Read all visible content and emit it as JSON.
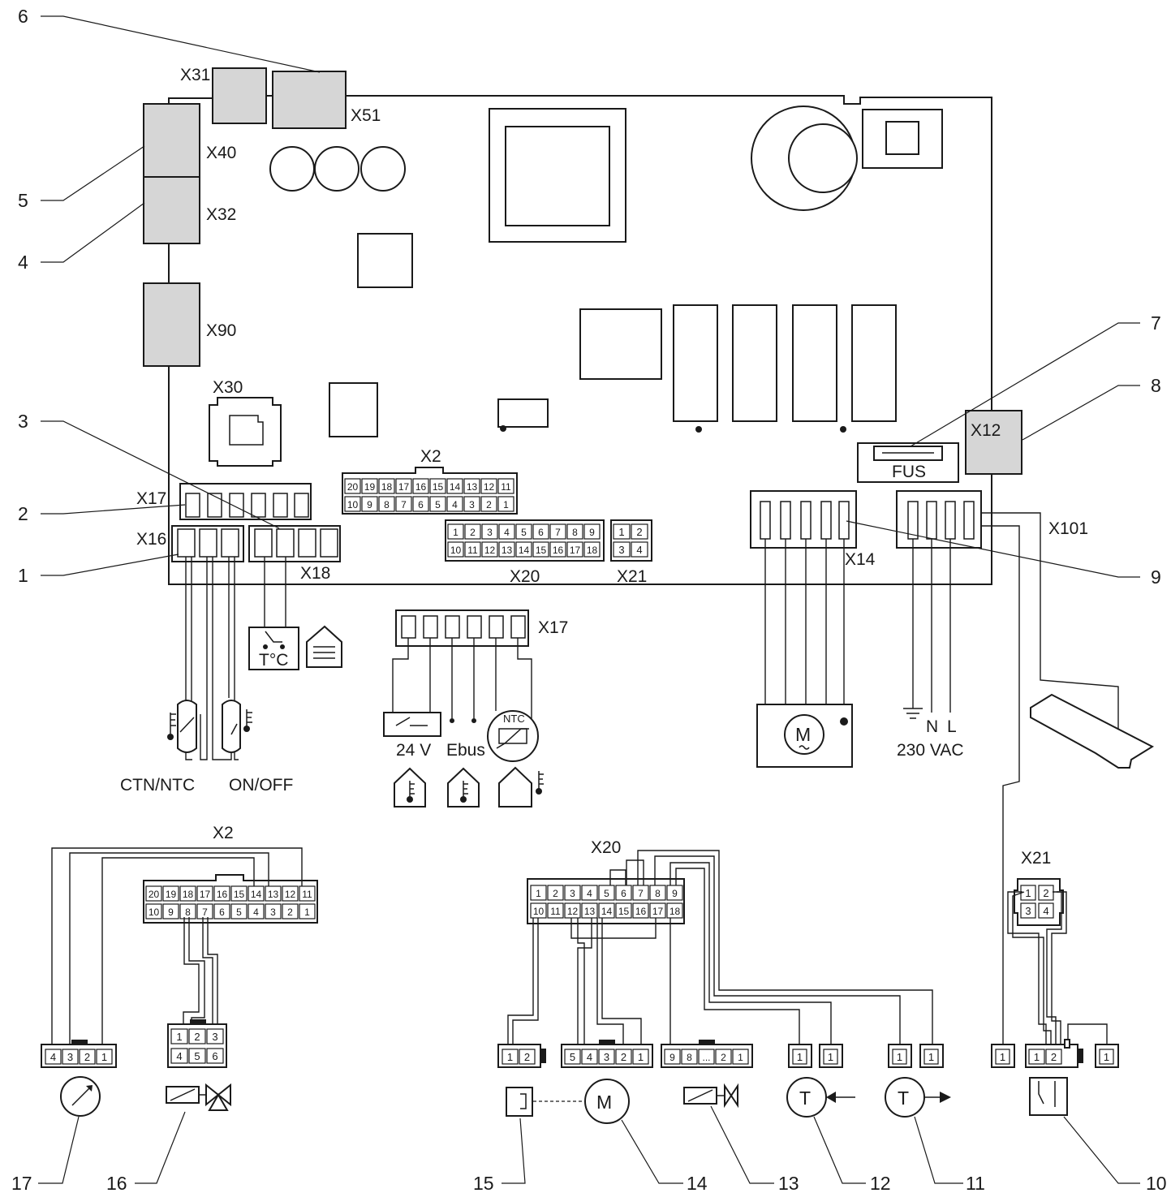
{
  "connectors": {
    "x31": "X31",
    "x51": "X51",
    "x40": "X40",
    "x32": "X32",
    "x90": "X90",
    "x30": "X30",
    "x17": "X17",
    "x16": "X16",
    "x18": "X18",
    "x2": "X2",
    "x20": "X20",
    "x21": "X21",
    "x14": "X14",
    "x101": "X101",
    "x12": "X12",
    "fus": "FUS"
  },
  "pins": {
    "x2_top": [
      "20",
      "19",
      "18",
      "17",
      "16",
      "15",
      "14",
      "13",
      "12",
      "11"
    ],
    "x2_bottom": [
      "10",
      "9",
      "8",
      "7",
      "6",
      "5",
      "4",
      "3",
      "2",
      "1"
    ],
    "x20_top": [
      "1",
      "2",
      "3",
      "4",
      "5",
      "6",
      "7",
      "8",
      "9"
    ],
    "x20_bottom": [
      "10",
      "11",
      "12",
      "13",
      "14",
      "15",
      "16",
      "17",
      "18"
    ],
    "x21": [
      "1",
      "2",
      "3",
      "4"
    ],
    "plug4": [
      "4",
      "3",
      "2",
      "1"
    ],
    "plug6_top": [
      "1",
      "2",
      "3"
    ],
    "plug6_bottom": [
      "4",
      "5",
      "6"
    ],
    "plug2": [
      "1",
      "2"
    ],
    "plug5": [
      "5",
      "4",
      "3",
      "2",
      "1"
    ],
    "plug9": [
      "9",
      "8",
      "...",
      "2",
      "1"
    ],
    "single": "1"
  },
  "labels": {
    "ctn_ntc": "CTN/NTC",
    "on_off": "ON/OFF",
    "tc": "T°C",
    "v24": "24 V",
    "ebus": "Ebus",
    "ntc": "NTC",
    "n": "N",
    "l": "L",
    "vac": "230 VAC",
    "motor": "M",
    "temp": "T"
  },
  "callouts": [
    "1",
    "2",
    "3",
    "4",
    "5",
    "6",
    "7",
    "8",
    "9",
    "10",
    "11",
    "12",
    "13",
    "14",
    "15",
    "16",
    "17"
  ]
}
